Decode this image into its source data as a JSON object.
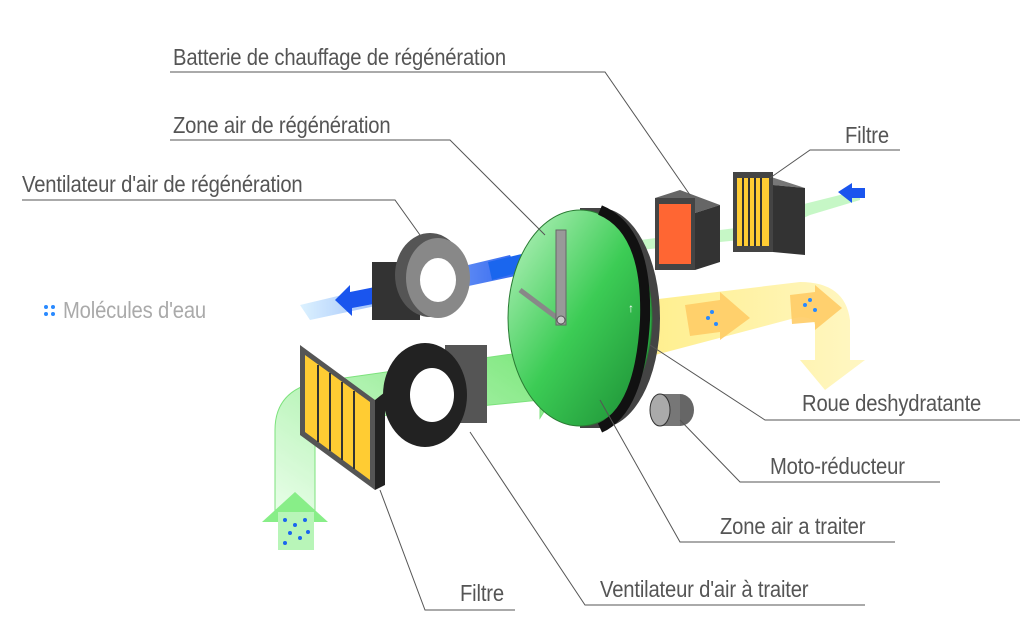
{
  "labels": {
    "heater": "Batterie de chauffage de régénération",
    "regen_zone": "Zone air de régénération",
    "regen_fan": "Ventilateur d'air de régénération",
    "filter_top": "Filtre",
    "molecules": "Molécules d'eau",
    "wheel": "Roue deshydratante",
    "motor": "Moto-réducteur",
    "process_zone": "Zone air a traiter",
    "process_fan": "Ventilateur d'air à traiter",
    "filter_bottom": "Filtre"
  },
  "colors": {
    "wheel": "#33cc55",
    "heater": "#ff6633",
    "regen_air": "#1a66ee",
    "process_air": "#88ee88",
    "dry_air": "#ffee88",
    "leader": "#555555"
  }
}
